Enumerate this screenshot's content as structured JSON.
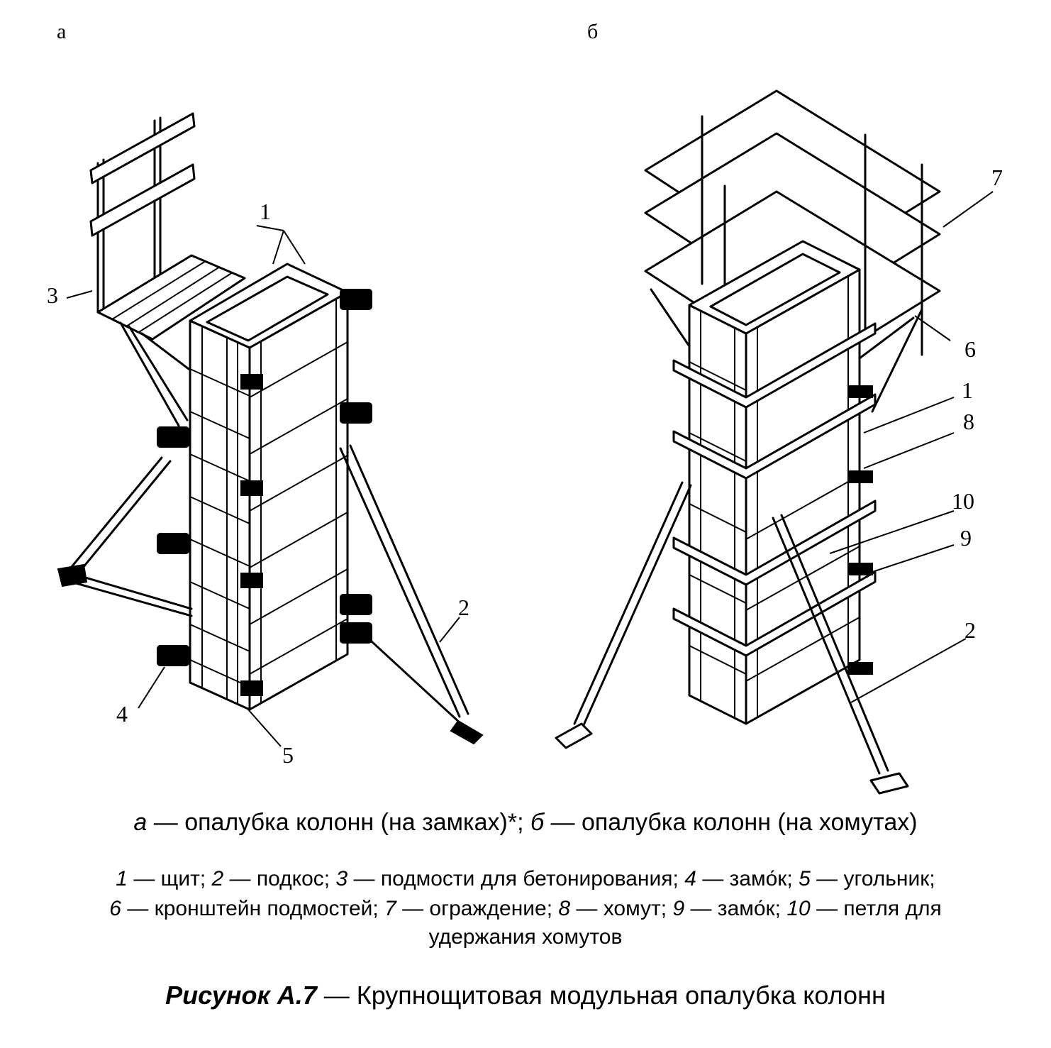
{
  "panels": {
    "a": "а",
    "b": "б"
  },
  "callouts_left": [
    "1",
    "2",
    "3",
    "4",
    "5"
  ],
  "callouts_right": [
    "7",
    "6",
    "1",
    "8",
    "10",
    "9",
    "2"
  ],
  "caption": {
    "sub_a_key": "а",
    "sub_a_text": " — опалубка колонн (на замках)*; ",
    "sub_b_key": "б",
    "sub_b_text": " — опалубка колонн (на хомутах)",
    "legend": [
      {
        "n": "1",
        "t": " — щит; "
      },
      {
        "n": "2",
        "t": " — подкос; "
      },
      {
        "n": "3",
        "t": " — подмости для бетонирования; "
      },
      {
        "n": "4",
        "t": " — замо́к; "
      },
      {
        "n": "5",
        "t": " — угольник;"
      },
      {
        "n": "6",
        "t": " — кронштейн подмостей; "
      },
      {
        "n": "7",
        "t": " — ограждение; "
      },
      {
        "n": "8",
        "t": " — хомут; "
      },
      {
        "n": "9",
        "t": " — замо́к; "
      },
      {
        "n": "10",
        "t": " — петля для"
      }
    ],
    "legend_tail": "удержания хомутов",
    "figure_label": "Рисунок А.7",
    "figure_title": " — Крупнощитовая модульная опалубка колонн"
  }
}
